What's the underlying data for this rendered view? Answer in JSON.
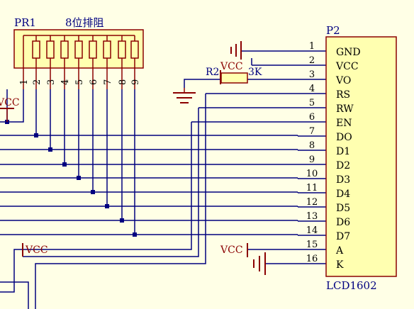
{
  "colors": {
    "background": "#ffffe6",
    "wire": "#00007f",
    "component": "#8b0000",
    "body": "#ffffb0",
    "label": "#000080",
    "text": "#000000"
  },
  "resnet": {
    "designator": "PR1",
    "title": "8位排阻",
    "pins": [
      "1",
      "2",
      "3",
      "4",
      "5",
      "6",
      "7",
      "8",
      "9"
    ]
  },
  "resistor": {
    "designator": "R2",
    "value": "3K"
  },
  "lcd": {
    "designator": "P2",
    "model": "LCD1602",
    "pins": [
      {
        "num": "1",
        "name": "GND"
      },
      {
        "num": "2",
        "name": "VCC"
      },
      {
        "num": "3",
        "name": "VO"
      },
      {
        "num": "4",
        "name": "RS"
      },
      {
        "num": "5",
        "name": "RW"
      },
      {
        "num": "6",
        "name": "EN"
      },
      {
        "num": "7",
        "name": "DO"
      },
      {
        "num": "8",
        "name": "D1"
      },
      {
        "num": "9",
        "name": "D2"
      },
      {
        "num": "10",
        "name": "D3"
      },
      {
        "num": "11",
        "name": "D4"
      },
      {
        "num": "12",
        "name": "D5"
      },
      {
        "num": "13",
        "name": "D6"
      },
      {
        "num": "14",
        "name": "D7"
      },
      {
        "num": "15",
        "name": "A"
      },
      {
        "num": "16",
        "name": "K"
      }
    ]
  },
  "power": {
    "vcc_left_top": "VCC",
    "vcc_left_bottom": "VCC",
    "vcc_resistor": "VCC",
    "vcc_pin15": "VCC"
  }
}
